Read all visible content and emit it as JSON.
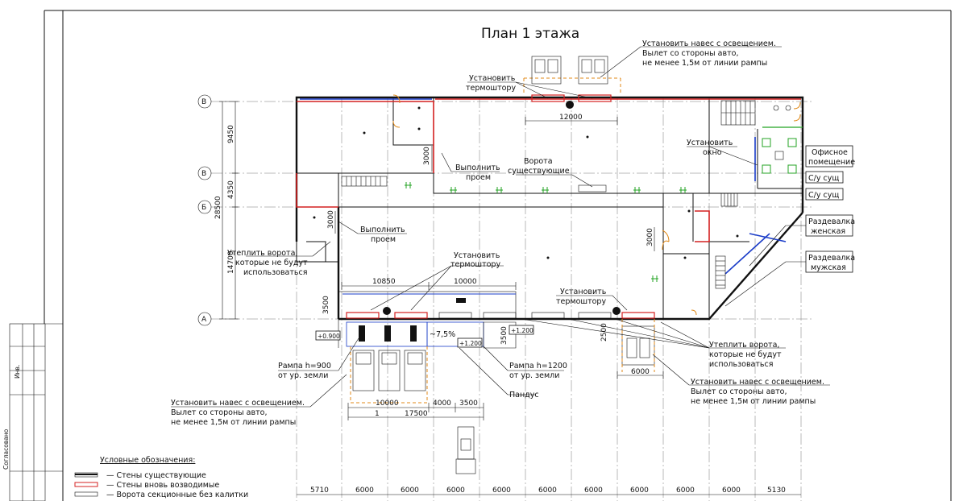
{
  "title": "План 1 этажа",
  "side_stamp": {
    "agreed": "Согласовано",
    "inv": "Инв."
  },
  "axes": {
    "row_labels": [
      "В",
      "В",
      "Б",
      "А"
    ],
    "vertical_dims": [
      "9450",
      "4350",
      "28500",
      "14700",
      "3500"
    ]
  },
  "notes": {
    "canopy_top": [
      "Установить навес с освещением.",
      "Вылет со стороны авто,",
      "не менее 1,5м от линии рампы"
    ],
    "curtain_top": [
      "Установить",
      "термоштору"
    ],
    "window": [
      "Установить",
      "окно"
    ],
    "opening_1": [
      "Выполнить",
      "проем"
    ],
    "gates_existing": [
      "Ворота",
      "существующие"
    ],
    "opening_2": [
      "Выполнить",
      "проем"
    ],
    "insulate_left": [
      "Утеплить ворота,",
      "которые не будут",
      "использоваться"
    ],
    "curtain_mid": [
      "Установить",
      "термоштору"
    ],
    "curtain_right": [
      "Установить",
      "термоштору"
    ],
    "insulate_right": [
      "Утеплить ворота,",
      "которые не будут",
      "использоваться"
    ],
    "canopy_right": [
      "Установить навес с освещением.",
      "Вылет со стороны авто,",
      "не менее 1,5м от линии рампы"
    ],
    "ramp_900": [
      "Рампа h=900",
      "от ур. земли"
    ],
    "ramp_1200": [
      "Рампа h=1200",
      "от ур. земли"
    ],
    "pandus": "Пандус",
    "canopy_left": [
      "Установить навес с освещением.",
      "Вылет со стороны авто,",
      "не менее 1,5м от линии рампы"
    ]
  },
  "rooms": {
    "office": [
      "Офисное",
      "помещение"
    ],
    "wc_1": "С/у сущ",
    "wc_2": "С/у сущ",
    "locker_f": [
      "Раздевалка",
      "женская"
    ],
    "locker_m": [
      "Раздевалка",
      "мужская"
    ]
  },
  "dims": {
    "d12000": "12000",
    "d3000a": "3000",
    "d3000b": "3000",
    "d3000c": "3000",
    "d10850": "10850",
    "d10000": "10000",
    "d6000_ramp": "6000",
    "d2500": "2500",
    "d3500_right": "3500",
    "d10000_bottom": "10000",
    "d4000": "4000",
    "d3500_bottom": "3500",
    "d1": "1",
    "d17500": "17500",
    "slope": "~7,5%",
    "lvl_0900": "+0.900",
    "lvl_1200a": "+1.200",
    "lvl_1200b": "+1.200"
  },
  "bottom_dims": [
    "5710",
    "6000",
    "6000",
    "6000",
    "6000",
    "6000",
    "6000",
    "6000",
    "6000",
    "6000",
    "5130"
  ],
  "legend": {
    "title": "Условные обозначения:",
    "items": [
      "— Стены существующие",
      "— Стены вновь возводимые",
      "— Ворота секционные без калитки"
    ]
  },
  "colors": {
    "existing_wall": "#111111",
    "new_wall": "#d42020",
    "window": "#1a3cc8",
    "light": "#23a323",
    "door": "#e08a1a"
  }
}
